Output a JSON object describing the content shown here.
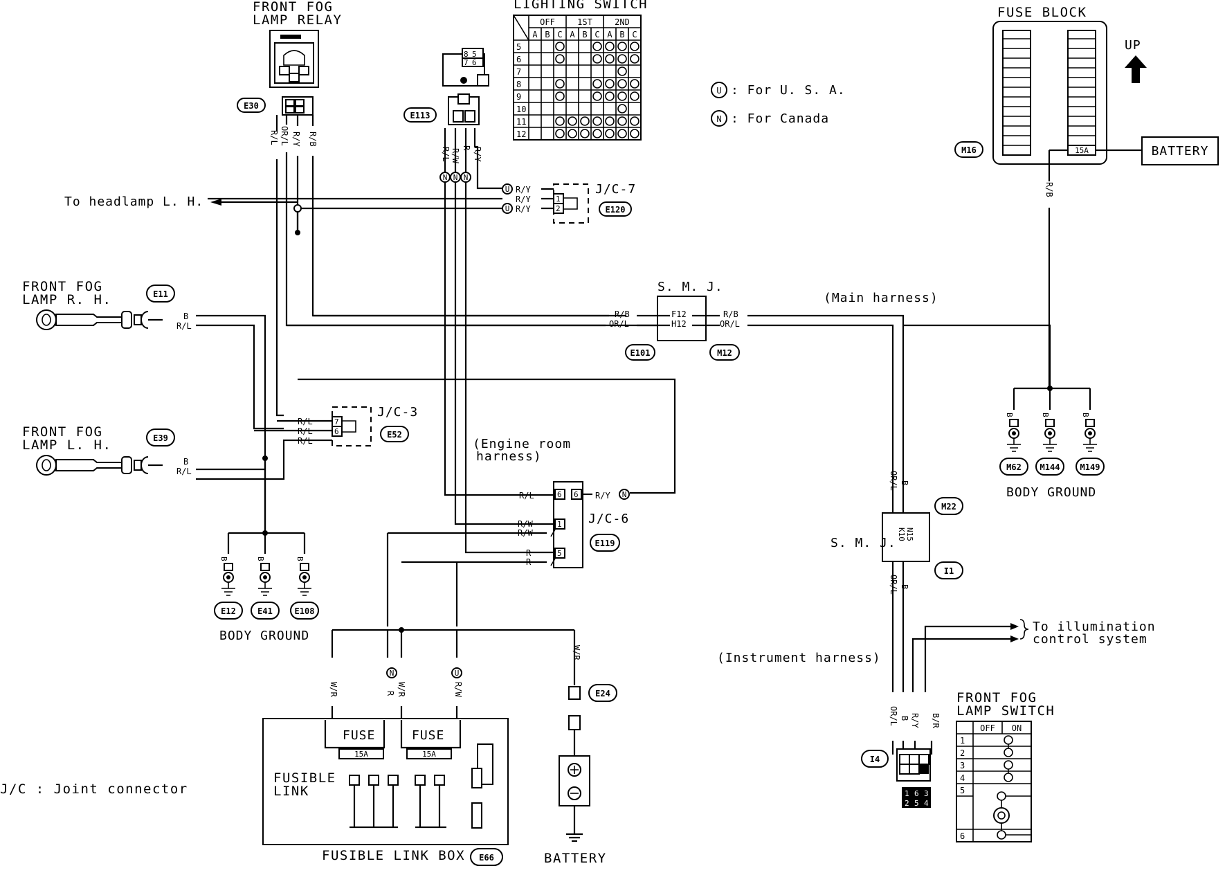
{
  "labels": {
    "front_fog_lamp_relay": [
      "FRONT FOG",
      "LAMP RELAY"
    ],
    "lighting_switch": "LIGHTING SWITCH",
    "fuse_block": "FUSE BLOCK",
    "up": "UP",
    "battery_top": "BATTERY",
    "battery_bottom": "BATTERY",
    "for_usa": ": For U. S. A.",
    "for_canada": ": For Canada",
    "usa_symbol": "U",
    "canada_symbol": "N",
    "to_headlamp": "To headlamp L. H.",
    "front_fog_lamp_rh": [
      "FRONT FOG",
      "LAMP R. H."
    ],
    "front_fog_lamp_lh": [
      "FRONT FOG",
      "LAMP L. H."
    ],
    "smj": "S. M. J.",
    "main_harness": "(Main harness)",
    "engine_room_harness": [
      "(Engine room",
      "harness)"
    ],
    "instrument_harness": "(Instrument harness)",
    "to_illumination": [
      "To illumination",
      "control system"
    ],
    "body_ground": "BODY GROUND",
    "front_fog_lamp_switch": [
      "FRONT FOG",
      "LAMP SWITCH"
    ],
    "jc_legend": "J/C : Joint connector",
    "fusible_link": [
      "FUSIBLE",
      "LINK"
    ],
    "fusible_link_box": "FUSIBLE LINK BOX",
    "fuse": "FUSE",
    "fuse_rating": "15A",
    "jc3": "J/C-3",
    "jc6": "J/C-6",
    "jc7": "J/C-7"
  },
  "connectors": {
    "E30": "E30",
    "E113": "E113",
    "E120": "E120",
    "E11": "E11",
    "E39": "E39",
    "E52": "E52",
    "E101": "E101",
    "M12": "M12",
    "E119": "E119",
    "E12": "E12",
    "E41": "E41",
    "E108": "E108",
    "E66": "E66",
    "E24": "E24",
    "M16": "M16",
    "M62": "M62",
    "M144": "M144",
    "M149": "M149",
    "M22": "M22",
    "I1": "I1",
    "I4": "I4"
  },
  "pins": {
    "smj_top_left": [
      "F12",
      "H12"
    ],
    "smj_bottom": [
      "N15",
      "K10"
    ],
    "jc3": [
      "7",
      "6"
    ],
    "jc6": [
      "6",
      "6",
      "1",
      "5"
    ],
    "jc7": [
      "1",
      "2"
    ],
    "i4_pins": [
      "1",
      "6",
      "3",
      "2",
      "5",
      "4"
    ]
  },
  "wire_colors": {
    "relay": [
      "R/L",
      "OR/L",
      "R/Y",
      "R/B"
    ],
    "e113": [
      "R/L",
      "R/W",
      "R",
      "R/Y"
    ],
    "jc7_in": [
      "R/Y",
      "R/Y",
      "R/Y"
    ],
    "smj_left": [
      "R/B",
      "OR/L"
    ],
    "smj_right": [
      "R/B",
      "OR/L"
    ],
    "fog_rh": [
      "B",
      "R/L"
    ],
    "fog_lh": [
      "B",
      "R/L"
    ],
    "jc3_wires": [
      "R/L",
      "R/L",
      "R/L"
    ],
    "jc6_left": [
      "R/L",
      "R/W",
      "R/W",
      "R",
      "R"
    ],
    "jc6_right": "R/Y",
    "ground": "B",
    "fuse_block_out": "R/B",
    "m22_top": [
      "OR/L",
      "B"
    ],
    "m22_bottom": [
      "OR/L",
      "B"
    ],
    "i4_wires": [
      "OR/L",
      "B",
      "R/Y",
      "B/R"
    ],
    "fusible": [
      "W/R",
      "W/R",
      "R",
      "R/W"
    ],
    "battery": "W/R"
  },
  "lighting_switch_table": {
    "groups": [
      "OFF",
      "1ST",
      "2ND"
    ],
    "columns": [
      "A",
      "B",
      "C",
      "A",
      "B",
      "C",
      "A",
      "B",
      "C"
    ],
    "rows": [
      "5",
      "6",
      "7",
      "8",
      "9",
      "10",
      "11",
      "12"
    ],
    "marks": [
      [
        0,
        0,
        1,
        0,
        0,
        1,
        1,
        1,
        1
      ],
      [
        0,
        0,
        1,
        0,
        0,
        1,
        1,
        1,
        1
      ],
      [
        0,
        0,
        0,
        0,
        0,
        0,
        0,
        1,
        0
      ],
      [
        0,
        0,
        1,
        0,
        0,
        1,
        1,
        1,
        1
      ],
      [
        0,
        0,
        1,
        0,
        0,
        1,
        1,
        1,
        1
      ],
      [
        0,
        0,
        0,
        0,
        0,
        0,
        0,
        1,
        0
      ],
      [
        0,
        0,
        1,
        1,
        1,
        1,
        1,
        1,
        1
      ],
      [
        0,
        0,
        1,
        1,
        1,
        1,
        1,
        1,
        1
      ]
    ]
  },
  "fog_switch_table": {
    "columns": [
      "OFF",
      "ON"
    ],
    "rows": [
      "1",
      "2",
      "3",
      "4",
      "5",
      "",
      "6"
    ]
  }
}
